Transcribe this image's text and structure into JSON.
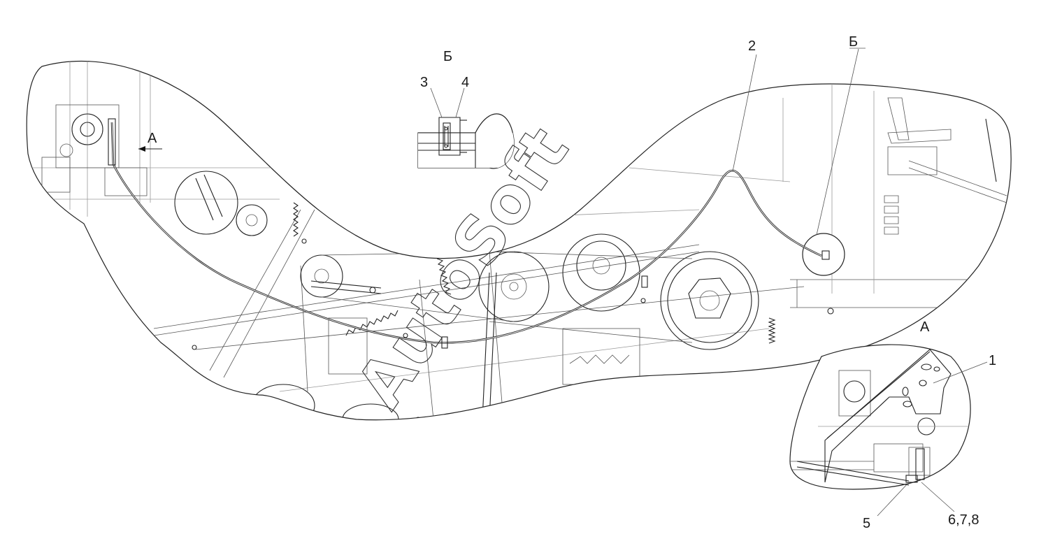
{
  "figure": {
    "watermark": "AutoSoft",
    "view_labels": {
      "view_a_arrow": "А",
      "view_a_title": "А",
      "view_b_title": "Б",
      "view_b_leader": "Б"
    },
    "callouts": {
      "c1": "1",
      "c2": "2",
      "c3": "3",
      "c4": "4",
      "c5": "5",
      "c678": "6,7,8"
    }
  }
}
